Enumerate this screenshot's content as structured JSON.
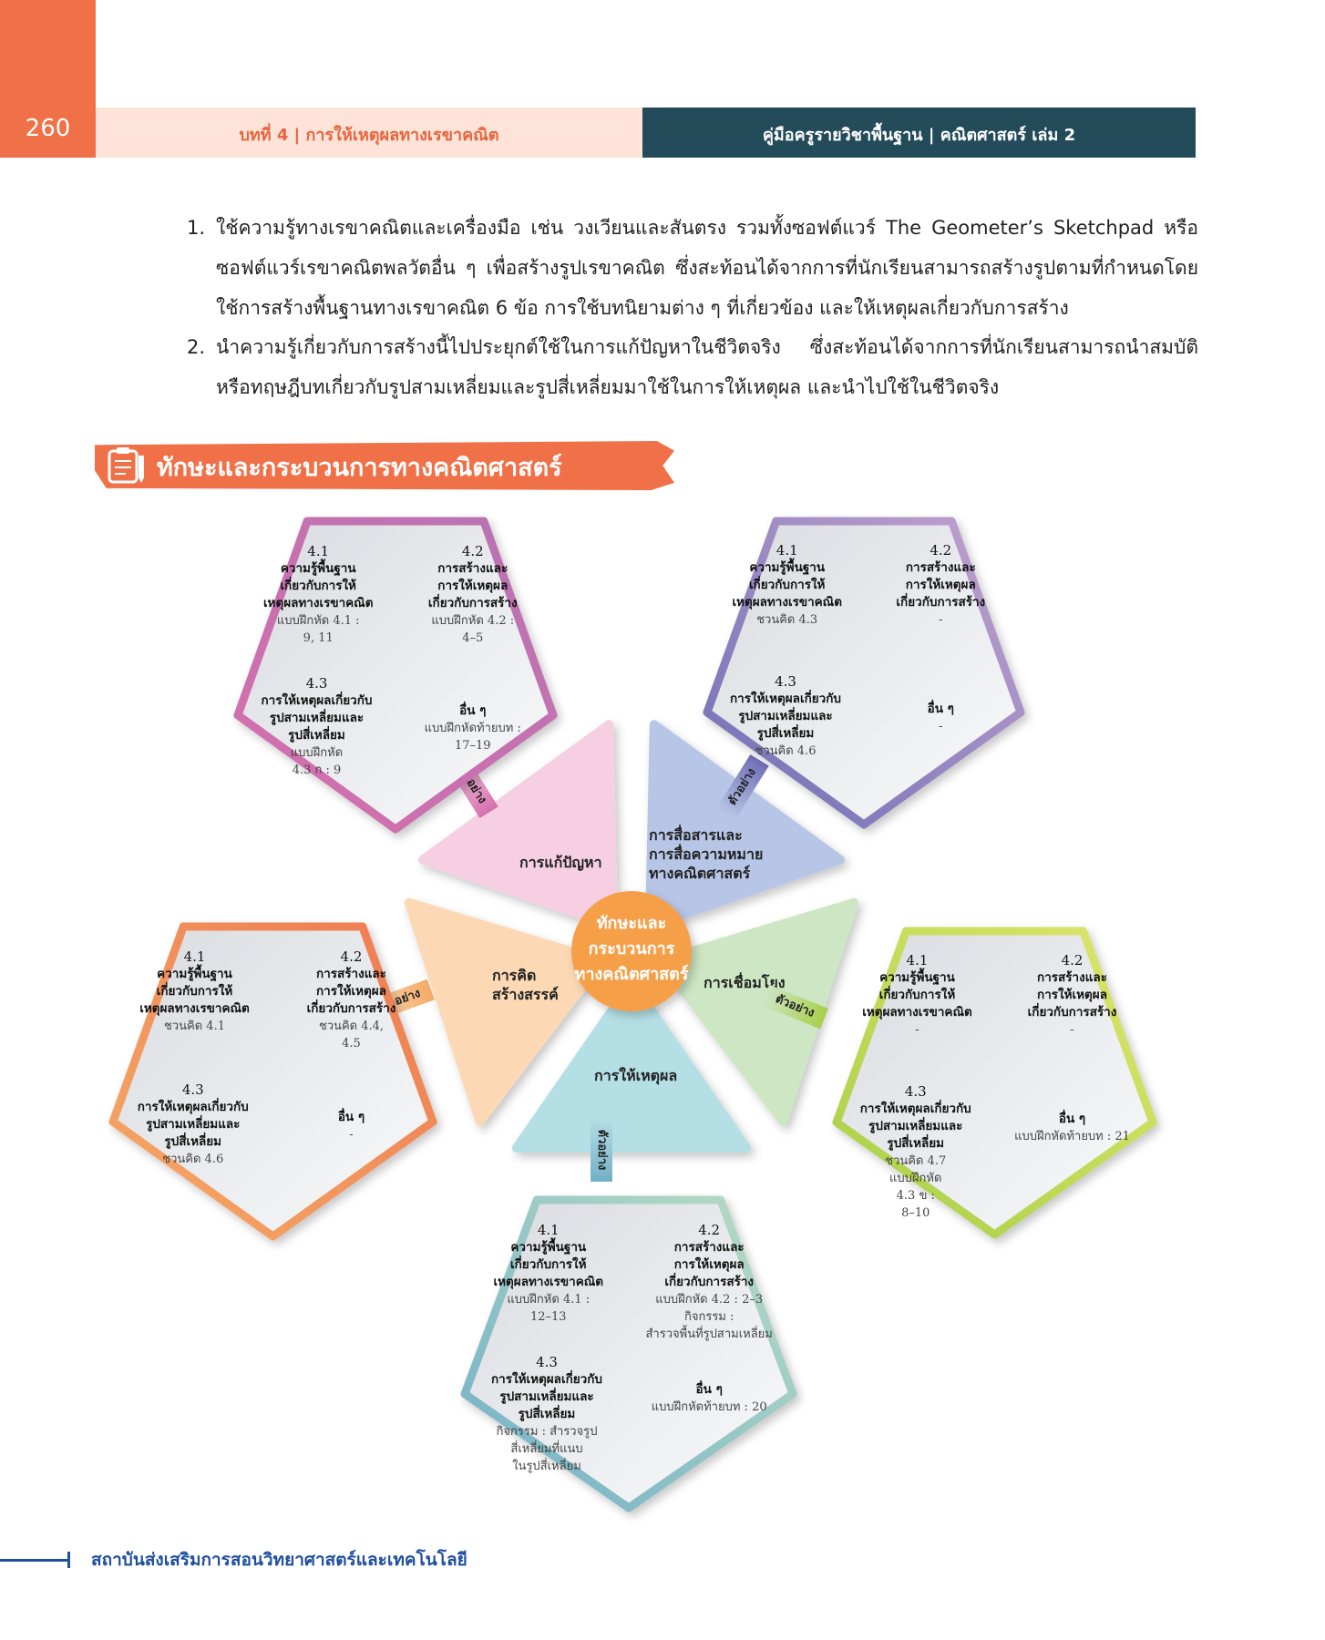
{
  "header": {
    "page_number": "260",
    "chapter": "บทที่ 4 | การให้เหตุผลทางเรขาคณิต",
    "book": "คู่มือครูรายวิชาพื้นฐาน | คณิตศาสตร์ เล่ม 2"
  },
  "objectives": [
    {
      "num": "1.",
      "text": "ใช้ความรู้ทางเรขาคณิตและเครื่องมือ เช่น วงเวียนและสันตรง รวมทั้งซอฟต์แวร์ The Geometer’s Sketchpad หรือซอฟต์แวร์เรขาคณิตพลวัตอื่น ๆ เพื่อสร้างรูปเรขาคณิต ซึ่งสะท้อนได้จากการที่นักเรียนสามารถสร้างรูปตามที่กำหนดโดยใช้การสร้างพื้นฐานทางเรขาคณิต 6 ข้อ การใช้บทนิยามต่าง ๆ ที่เกี่ยวข้อง และให้เหตุผลเกี่ยวกับการสร้าง"
    },
    {
      "num": "2.",
      "text": "นำความรู้เกี่ยวกับการสร้างนี้ไปประยุกต์ใช้ในการแก้ปัญหาในชีวิตจริง ซึ่งสะท้อนได้จากการที่นักเรียนสามารถนำสมบัติหรือทฤษฎีบทเกี่ยวกับรูปสามเหลี่ยมและรูปสี่เหลี่ยมมาใช้ในการให้เหตุผล และนำไปใช้ในชีวิตจริง"
    }
  ],
  "section_title": "ทักษะและกระบวนการทางคณิตศาสตร์",
  "center_label": "ทักษะและ\nกระบวนการ\nทางคณิตศาสตร์",
  "connector_label": "ตัวอย่าง",
  "colors": {
    "accent": "#f07048",
    "dark": "#234b5a",
    "center": "#f5a04a"
  },
  "skills": [
    {
      "id": "problem-solving",
      "label": "การแก้ปัญหา",
      "fill": "#f7cfe2",
      "stroke_a": "#d66fae",
      "stroke_b": "#b873b2",
      "quadrants": [
        {
          "num": "4.1",
          "title": "ความรู้พื้นฐาน\nเกี่ยวกับการให้\nเหตุผลทางเรขาคณิต",
          "detail": "แบบฝึกหัด 4.1 :\n9, 11"
        },
        {
          "num": "4.2",
          "title": "การสร้างและ\nการให้เหตุผล\nเกี่ยวกับการสร้าง",
          "detail": "แบบฝึกหัด 4.2 :\n4–5"
        },
        {
          "num": "4.3",
          "title": "การให้เหตุผลเกี่ยวกับ\nรูปสามเหลี่ยมและ\nรูปสี่เหลี่ยม",
          "detail": "แบบฝึกหัด\n4.3 ก : 9"
        },
        {
          "num": "",
          "title": "อื่น ๆ",
          "detail": "แบบฝึกหัดท้ายบท :\n17–19"
        }
      ]
    },
    {
      "id": "communication",
      "label": "การสื่อสารและ\nการสื่อความหมาย\nทางคณิตศาสตร์",
      "fill": "#b7c5e6",
      "stroke_a": "#6f6eb5",
      "stroke_b": "#c3a2cf",
      "quadrants": [
        {
          "num": "4.1",
          "title": "ความรู้พื้นฐาน\nเกี่ยวกับการให้\nเหตุผลทางเรขาคณิต",
          "detail": "ชวนคิด 4.3"
        },
        {
          "num": "4.2",
          "title": "การสร้างและ\nการให้เหตุผล\nเกี่ยวกับการสร้าง",
          "detail": "-"
        },
        {
          "num": "4.3",
          "title": "การให้เหตุผลเกี่ยวกับ\nรูปสามเหลี่ยมและ\nรูปสี่เหลี่ยม",
          "detail": "ชวนคิด 4.6"
        },
        {
          "num": "",
          "title": "อื่น ๆ",
          "detail": "-"
        }
      ]
    },
    {
      "id": "connection",
      "label": "การเชื่อมโยง",
      "fill": "#cde6c4",
      "stroke_a": "#a8cf4a",
      "stroke_b": "#dde56b",
      "quadrants": [
        {
          "num": "4.1",
          "title": "ความรู้พื้นฐาน\nเกี่ยวกับการให้\nเหตุผลทางเรขาคณิต",
          "detail": "-"
        },
        {
          "num": "4.2",
          "title": "การสร้างและ\nการให้เหตุผล\nเกี่ยวกับการสร้าง",
          "detail": "-"
        },
        {
          "num": "4.3",
          "title": "การให้เหตุผลเกี่ยวกับ\nรูปสามเหลี่ยมและ\nรูปสี่เหลี่ยม",
          "detail": "ชวนคิด 4.7\nแบบฝึกหัด\n4.3 ข :\n8–10"
        },
        {
          "num": "",
          "title": "อื่น ๆ",
          "detail": "แบบฝึกหัดท้ายบท : 21"
        }
      ]
    },
    {
      "id": "reasoning",
      "label": "การให้เหตุผล",
      "fill": "#b4dfe5",
      "stroke_a": "#72b0c8",
      "stroke_b": "#b9dcc3",
      "quadrants": [
        {
          "num": "4.1",
          "title": "ความรู้พื้นฐาน\nเกี่ยวกับการให้\nเหตุผลทางเรขาคณิต",
          "detail": "แบบฝึกหัด 4.1 :\n12–13"
        },
        {
          "num": "4.2",
          "title": "การสร้างและ\nการให้เหตุผล\nเกี่ยวกับการสร้าง",
          "detail": "แบบฝึกหัด 4.2 : 2–3\nกิจกรรม :\nสำรวจพื้นที่รูปสามเหลี่ยม"
        },
        {
          "num": "4.3",
          "title": "การให้เหตุผลเกี่ยวกับ\nรูปสามเหลี่ยมและ\nรูปสี่เหลี่ยม",
          "detail": "กิจกรรม : สำรวจรูป\nสี่เหลี่ยมที่แนบ\nในรูปสี่เหลี่ยม"
        },
        {
          "num": "",
          "title": "อื่น ๆ",
          "detail": "แบบฝึกหัดท้ายบท : 20"
        }
      ]
    },
    {
      "id": "creativity",
      "label": "การคิด\nสร้างสรรค์",
      "fill": "#fcd8b4",
      "stroke_a": "#f4aa66",
      "stroke_b": "#ef7a52",
      "quadrants": [
        {
          "num": "4.1",
          "title": "ความรู้พื้นฐาน\nเกี่ยวกับการให้\nเหตุผลทางเรขาคณิต",
          "detail": "ชวนคิด 4.1"
        },
        {
          "num": "4.2",
          "title": "การสร้างและ\nการให้เหตุผล\nเกี่ยวกับการสร้าง",
          "detail": "ชวนคิด 4.4,\n4.5"
        },
        {
          "num": "4.3",
          "title": "การให้เหตุผลเกี่ยวกับ\nรูปสามเหลี่ยมและ\nรูปสี่เหลี่ยม",
          "detail": "ชวนคิด 4.6"
        },
        {
          "num": "",
          "title": "อื่น ๆ",
          "detail": "-"
        }
      ]
    }
  ],
  "footer": "สถาบันส่งเสริมการสอนวิทยาศาสตร์และเทคโนโลยี"
}
